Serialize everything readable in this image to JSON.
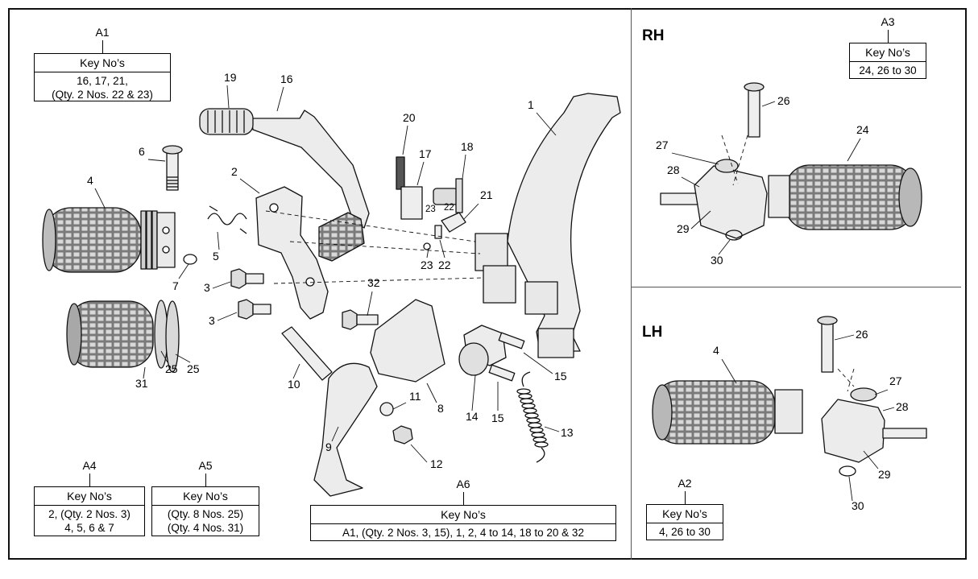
{
  "regions": {
    "rh_label": "RH",
    "lh_label": "LH"
  },
  "keys": {
    "a1": {
      "name": "A1",
      "header": "Key No’s",
      "lines": [
        "16, 17, 21,",
        "(Qty. 2 Nos. 22 & 23)"
      ]
    },
    "a2": {
      "name": "A2",
      "header": "Key No’s",
      "lines": [
        "4, 26 to 30"
      ]
    },
    "a3": {
      "name": "A3",
      "header": "Key No’s",
      "lines": [
        "24, 26 to 30"
      ]
    },
    "a4": {
      "name": "A4",
      "header": "Key No’s",
      "lines": [
        "2, (Qty. 2 Nos. 3)",
        "4, 5, 6 & 7"
      ]
    },
    "a5": {
      "name": "A5",
      "header": "Key No’s",
      "lines": [
        "(Qty. 8 Nos. 25)",
        "(Qty. 4 Nos. 31)"
      ]
    },
    "a6": {
      "name": "A6",
      "header": "Key No’s",
      "lines": [
        "A1, (Qty. 2 Nos. 3, 15), 1, 2, 4 to 14, 18 to 20 & 32"
      ]
    }
  },
  "callouts": {
    "main": [
      "19",
      "16",
      "1",
      "20",
      "17",
      "18",
      "6",
      "2",
      "4",
      "21",
      "23",
      "22",
      "23",
      "22",
      "5",
      "7",
      "3",
      "3",
      "32",
      "25",
      "25",
      "31",
      "10",
      "11",
      "8",
      "14",
      "15",
      "15",
      "13",
      "9",
      "12"
    ],
    "rh": [
      "26",
      "27",
      "24",
      "28",
      "29",
      "30"
    ],
    "lh": [
      "26",
      "4",
      "27",
      "28",
      "29",
      "30"
    ]
  },
  "colors": {
    "line": "#111111",
    "part_fill": "#e6e6e6",
    "grip_fill": "#8a8a8a",
    "divider": "#555555"
  }
}
